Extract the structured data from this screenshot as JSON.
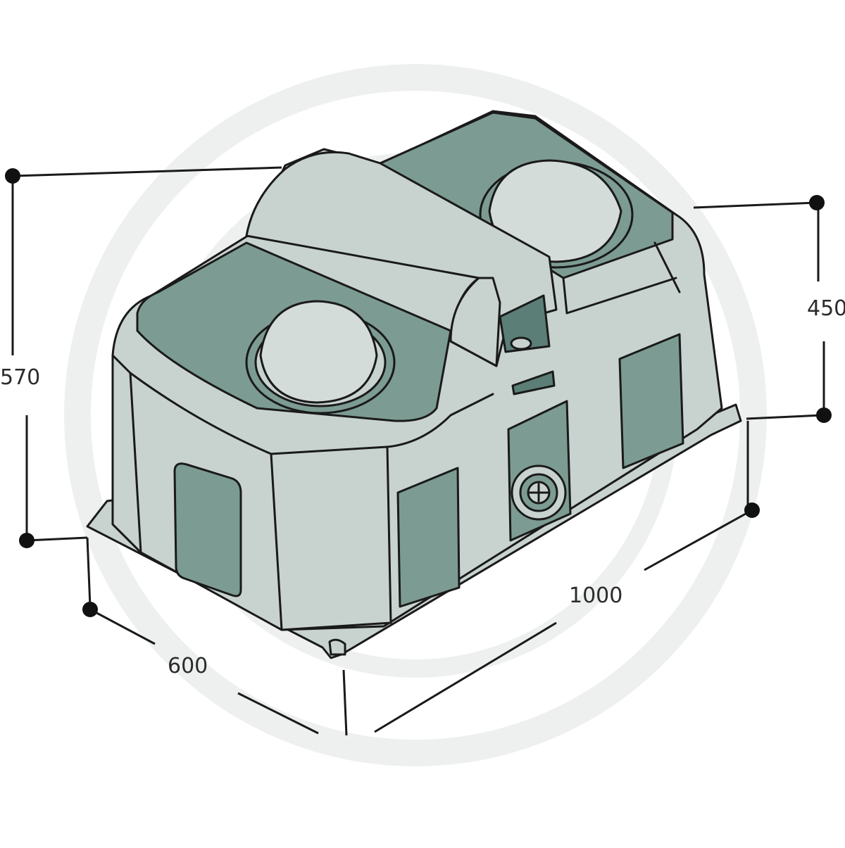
{
  "diagram": {
    "colors": {
      "outline": "#1a1a1a",
      "body_light": "#c8d3cf",
      "panel_teal": "#7c9b93",
      "dark_teal": "#5b7e76",
      "dome": "#d4dcd9",
      "watermark": "#eef0ef"
    },
    "dimensions": {
      "height_total": "570",
      "height_trough": "450",
      "length": "1000",
      "width": "600"
    }
  }
}
